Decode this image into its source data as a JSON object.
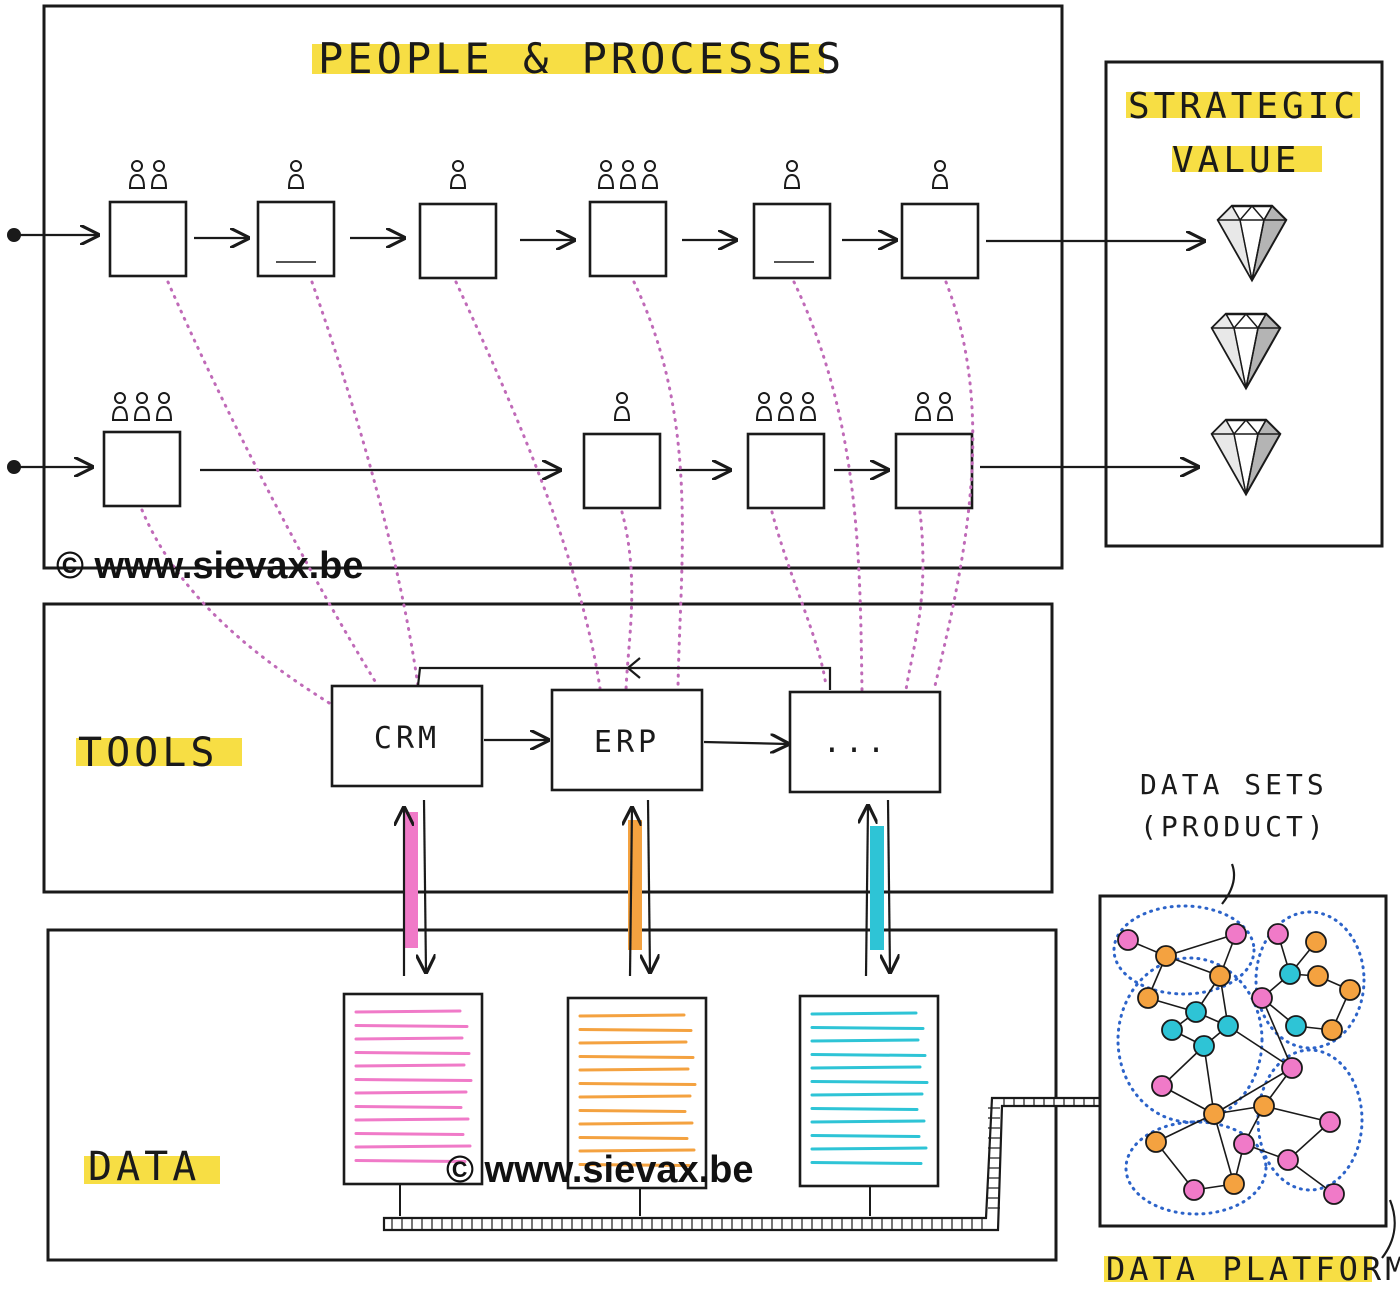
{
  "colors": {
    "highlight": "#f7dc3a",
    "link_dots": "#c06ab8",
    "crm": "#f07ac8",
    "erp": "#f4a240",
    "other": "#2ec4d6",
    "dataset_outline": "#2c63c9",
    "node_pink": "#f07ac8",
    "node_orange": "#f4a240",
    "node_cyan": "#2ec4d6"
  },
  "sections": {
    "people": "PEOPLE & PROCESSES",
    "strategic_line1": "STRATEGIC",
    "strategic_line2": "VALUE",
    "tools": "TOOLS",
    "data": "DATA"
  },
  "tools": {
    "crm": "CRM",
    "erp": "ERP",
    "other": "..."
  },
  "annotations": {
    "datasets_line1": "DATA SETS",
    "datasets_line2": "(PRODUCT)",
    "platform": "DATA PLATFORM"
  },
  "watermarks": [
    "© www.sievax.be",
    "© www.sievax.be"
  ],
  "process_rows": [
    {
      "people_per_step": [
        2,
        1,
        1,
        3,
        1,
        1
      ]
    },
    {
      "people_per_step": [
        3,
        1,
        3,
        2
      ]
    }
  ],
  "icons": [
    "person-icon",
    "diamond-icon",
    "arrow-icon",
    "document-icon",
    "pipe-icon"
  ]
}
